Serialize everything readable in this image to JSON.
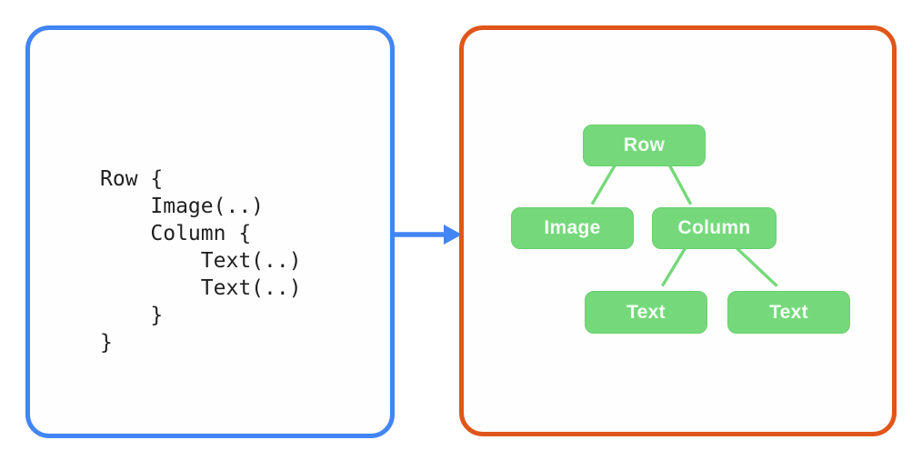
{
  "colors": {
    "code_box_border": "#4285F4",
    "tree_box_border": "#E0561A",
    "arrow": "#4285F4",
    "node_fill": "#75D97B",
    "node_border": "#68D06F",
    "node_text": "#F7FDF7",
    "edge": "#75D97B",
    "code_text": "#1F1F1F"
  },
  "code_panel": {
    "code_text": "Row {\n    Image(..)\n    Column {\n        Text(..)\n        Text(..)\n    }\n}"
  },
  "tree_panel": {
    "nodes": [
      {
        "id": "row",
        "label": "Row"
      },
      {
        "id": "image",
        "label": "Image"
      },
      {
        "id": "column",
        "label": "Column"
      },
      {
        "id": "text-1",
        "label": "Text"
      },
      {
        "id": "text-2",
        "label": "Text"
      }
    ],
    "edges": [
      {
        "from": "row",
        "to": "image"
      },
      {
        "from": "row",
        "to": "column"
      },
      {
        "from": "column",
        "to": "text-1"
      },
      {
        "from": "column",
        "to": "text-2"
      }
    ]
  }
}
